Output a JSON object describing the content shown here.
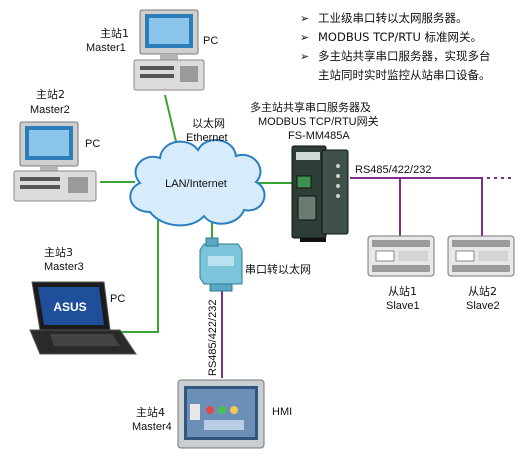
{
  "features": [
    "工业级串口转以太网服务器。",
    "MODBUS TCP/RTU 标准网关。",
    "多主站共享串口服务器，实现多台",
    "主站同时实时监控从站串口设备。"
  ],
  "bullet": "➢",
  "nodes": {
    "master1": {
      "cn": "主站1",
      "en": "Master1",
      "device": "PC"
    },
    "master2": {
      "cn": "主站2",
      "en": "Master2",
      "device": "PC"
    },
    "master3": {
      "cn": "主站3",
      "en": "Master3",
      "device": "PC",
      "brand": "ASUS"
    },
    "master4": {
      "cn": "主站4",
      "en": "Master4",
      "device": "HMI"
    },
    "slave1": {
      "cn": "从站1",
      "en": "Slave1"
    },
    "slave2": {
      "cn": "从站2",
      "en": "Slave2"
    }
  },
  "network": {
    "cloud": "LAN/Internet",
    "ethernet_cn": "以太网",
    "ethernet_en": "Ethernet"
  },
  "gateway": {
    "line1": "多主站共享串口服务器及",
    "line2": "MODBUS TCP/RTU网关",
    "model": "FS-MM485A"
  },
  "bus_label": "RS485/422/232",
  "converter_label": "串口转以太网",
  "vertical_bus_label": "RS485/422/232",
  "colors": {
    "ethernet_line": "#3aa535",
    "serial_line": "#7c2f86",
    "cloud_fill": "#d6ecfa",
    "cloud_stroke": "#2a7fc0"
  }
}
